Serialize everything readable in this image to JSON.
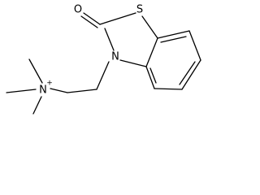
{
  "molecule": {
    "atoms": {
      "oxygen": "O",
      "sulfur": "S",
      "ring_nitrogen": "N",
      "ammonium_nitrogen": "N",
      "ammonium_charge": "+"
    }
  }
}
